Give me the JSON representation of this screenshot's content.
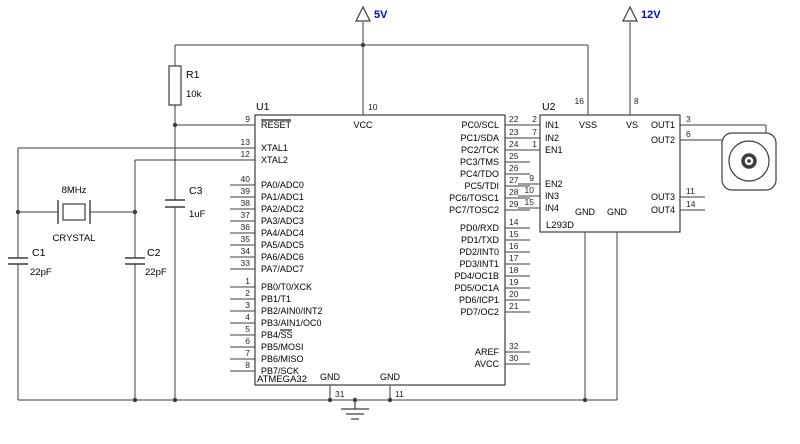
{
  "power": {
    "v5": "5V",
    "v12": "12V"
  },
  "r1": {
    "ref": "R1",
    "value": "10k"
  },
  "c1": {
    "ref": "C1",
    "value": "22pF"
  },
  "c2": {
    "ref": "C2",
    "value": "22pF"
  },
  "c3": {
    "ref": "C3",
    "value": "1uF"
  },
  "xtal": {
    "freq": "8MHz",
    "name": "CRYSTAL"
  },
  "u1": {
    "ref": "U1",
    "part": "ATMEGA32",
    "vcc_label": "VCC",
    "vcc_pin": "10",
    "gnd1_label": "GND",
    "gnd1_pin": "31",
    "gnd2_label": "GND",
    "gnd2_pin": "11",
    "left_pins": [
      {
        "num": "9",
        "label": "RESET"
      },
      {
        "num": "13",
        "label": "XTAL1"
      },
      {
        "num": "12",
        "label": "XTAL2"
      },
      {
        "num": "40",
        "label": "PA0/ADC0"
      },
      {
        "num": "39",
        "label": "PA1/ADC1"
      },
      {
        "num": "38",
        "label": "PA2/ADC2"
      },
      {
        "num": "37",
        "label": "PA3/ADC3"
      },
      {
        "num": "36",
        "label": "PA4/ADC4"
      },
      {
        "num": "35",
        "label": "PA5/ADC5"
      },
      {
        "num": "34",
        "label": "PA6/ADC6"
      },
      {
        "num": "33",
        "label": "PA7/ADC7"
      },
      {
        "num": "1",
        "label": "PB0/T0/XCK"
      },
      {
        "num": "2",
        "label": "PB1/T1"
      },
      {
        "num": "3",
        "label": "PB2/AIN0/INT2"
      },
      {
        "num": "4",
        "label": "PB3/AIN1/OC0"
      },
      {
        "num": "5",
        "label": "PB4/SS"
      },
      {
        "num": "6",
        "label": "PB5/MOSI"
      },
      {
        "num": "7",
        "label": "PB6/MISO"
      },
      {
        "num": "8",
        "label": "PB7/SCK"
      }
    ],
    "right_pins": [
      {
        "num": "22",
        "label": "PC0/SCL"
      },
      {
        "num": "23",
        "label": "PC1/SDA"
      },
      {
        "num": "24",
        "label": "PC2/TCK"
      },
      {
        "num": "25",
        "label": "PC3/TMS"
      },
      {
        "num": "26",
        "label": "PC4/TDO"
      },
      {
        "num": "27",
        "label": "PC5/TDI"
      },
      {
        "num": "28",
        "label": "PC6/TOSC1"
      },
      {
        "num": "29",
        "label": "PC7/TOSC2"
      },
      {
        "num": "14",
        "label": "PD0/RXD"
      },
      {
        "num": "15",
        "label": "PD1/TXD"
      },
      {
        "num": "16",
        "label": "PD2/INT0"
      },
      {
        "num": "17",
        "label": "PD3/INT1"
      },
      {
        "num": "18",
        "label": "PD4/OC1B"
      },
      {
        "num": "19",
        "label": "PD5/OC1A"
      },
      {
        "num": "20",
        "label": "PD6/ICP1"
      },
      {
        "num": "21",
        "label": "PD7/OC2"
      },
      {
        "num": "32",
        "label": "AREF"
      },
      {
        "num": "30",
        "label": "AVCC"
      }
    ]
  },
  "u2": {
    "ref": "U2",
    "part": "L293D",
    "vss_label": "VSS",
    "vss_pin": "16",
    "vs_label": "VS",
    "vs_pin": "8",
    "gnd1_label": "GND",
    "gnd2_label": "GND",
    "left_pins": [
      {
        "num": "2",
        "label": "IN1"
      },
      {
        "num": "7",
        "label": "IN2"
      },
      {
        "num": "1",
        "label": "EN1"
      },
      {
        "num": "9",
        "label": "EN2"
      },
      {
        "num": "10",
        "label": "IN3"
      },
      {
        "num": "15",
        "label": "IN4"
      }
    ],
    "right_pins": [
      {
        "num": "3",
        "label": "OUT1"
      },
      {
        "num": "6",
        "label": "OUT2"
      },
      {
        "num": "11",
        "label": "OUT3"
      },
      {
        "num": "14",
        "label": "OUT4"
      }
    ]
  }
}
